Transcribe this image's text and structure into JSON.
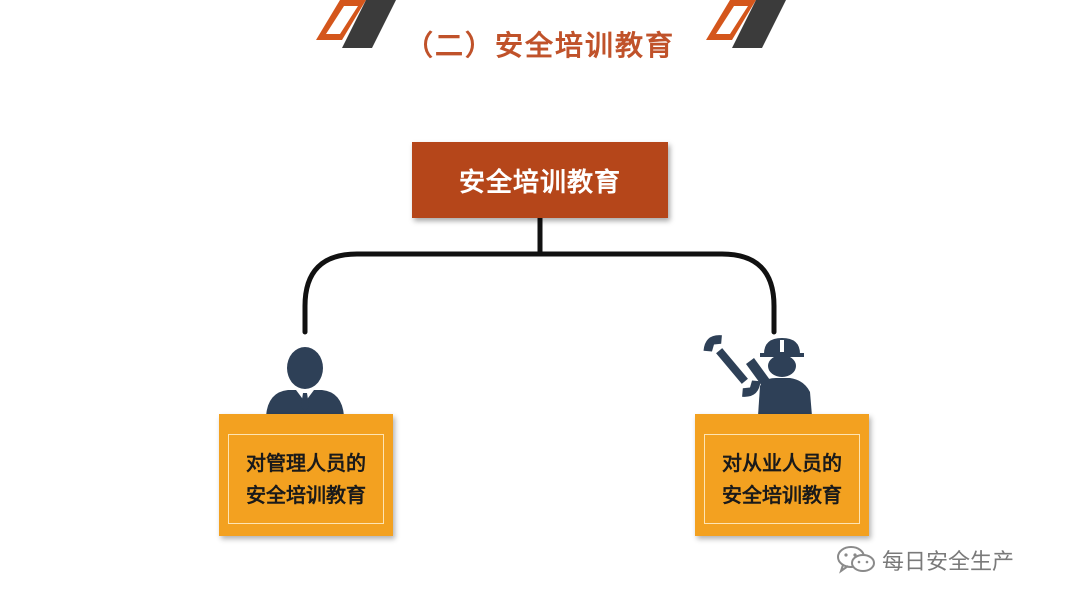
{
  "header": {
    "title": "（二）安全培训教育"
  },
  "diagram": {
    "root": {
      "label": "安全培训教育"
    },
    "children": [
      {
        "line1": "对管理人员的",
        "line2": "安全培训教育",
        "figure": "manager-icon"
      },
      {
        "line1": "对从业人员的",
        "line2": "安全培训教育",
        "figure": "worker-icon"
      }
    ]
  },
  "watermark": {
    "text": "每日安全生产",
    "icon": "wechat-icon"
  },
  "colors": {
    "title": "#c0522a",
    "root_box": "#b5461a",
    "child_box": "#f3a120",
    "figure": "#2e4057",
    "connector": "#111111",
    "deco_orange": "#d4561c",
    "deco_dark": "#3b3b3b"
  }
}
